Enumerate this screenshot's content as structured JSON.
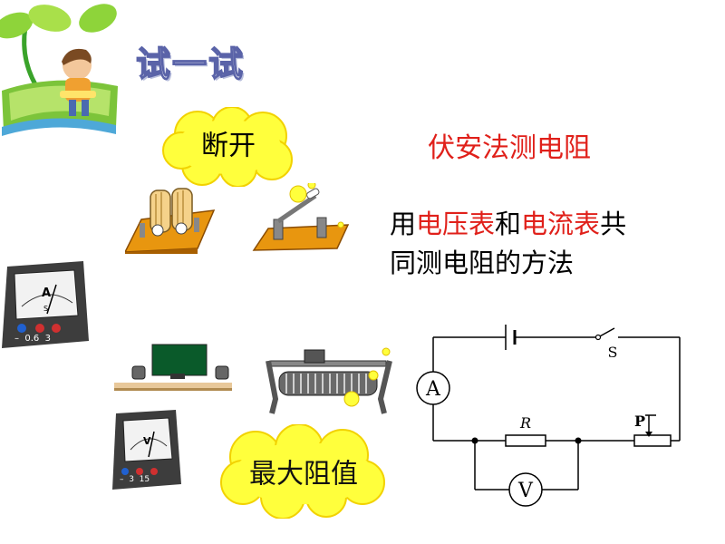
{
  "slide": {
    "title": "试一试",
    "topic": "伏安法测电阻",
    "description": {
      "prefix": "用",
      "voltmeter": "电压表",
      "connector": "和",
      "ammeter": "电流表",
      "suffix_line1": "共",
      "line2": "同测电阻的方法"
    },
    "cloud_switch": "断开",
    "cloud_rheostat": "最大阻值"
  },
  "meters": {
    "ammeter_face": "A",
    "ammeter_terminals": "–  0.6  3",
    "voltmeter_face": "V",
    "voltmeter_terminals": "–  3  15",
    "terminal_s": "S"
  },
  "circuit": {
    "ammeter": "A",
    "voltmeter": "V",
    "resistor": "R",
    "switch": "S",
    "slider": "P"
  },
  "colors": {
    "accent_red": "#e0201a",
    "title_outline": "#5a63a8",
    "cloud_fill": "#ffff3c",
    "board_orange": "#e8960f"
  }
}
